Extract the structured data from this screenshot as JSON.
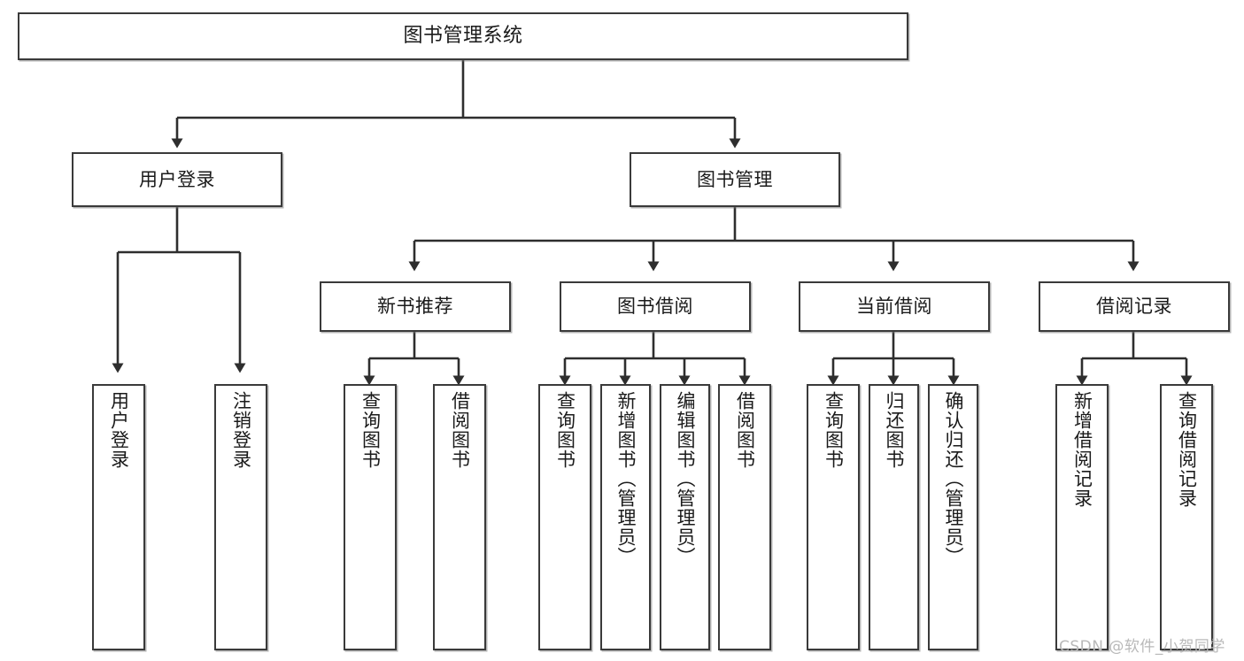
{
  "diagram": {
    "title": "图书管理系统",
    "watermark": "CSDN @软件_小贺同学",
    "stroke_color": "#3a3a3a",
    "background_color": "#ffffff",
    "text_color": "#1a1a1a",
    "watermark_color": "#b9b9b9",
    "root": {
      "label": "图书管理系统"
    },
    "level2": [
      {
        "label": "用户登录"
      },
      {
        "label": "图书管理"
      }
    ],
    "level3": [
      {
        "label": "新书推荐"
      },
      {
        "label": "图书借阅"
      },
      {
        "label": "当前借阅"
      },
      {
        "label": "借阅记录"
      }
    ],
    "leaves": {
      "user_login": [
        {
          "label": "用户登录"
        },
        {
          "label": "注销登录"
        }
      ],
      "new_book_recommend": [
        {
          "label": "查询图书"
        },
        {
          "label": "借阅图书"
        }
      ],
      "book_borrow": [
        {
          "label": "查询图书"
        },
        {
          "label": "新增图书（管理员）"
        },
        {
          "label": "编辑图书（管理员）"
        },
        {
          "label": "借阅图书"
        }
      ],
      "current_borrow": [
        {
          "label": "查询图书"
        },
        {
          "label": "归还图书"
        },
        {
          "label": "确认归还（管理员）"
        }
      ],
      "borrow_record": [
        {
          "label": "新增借阅记录"
        },
        {
          "label": "查询借阅记录"
        }
      ]
    }
  }
}
